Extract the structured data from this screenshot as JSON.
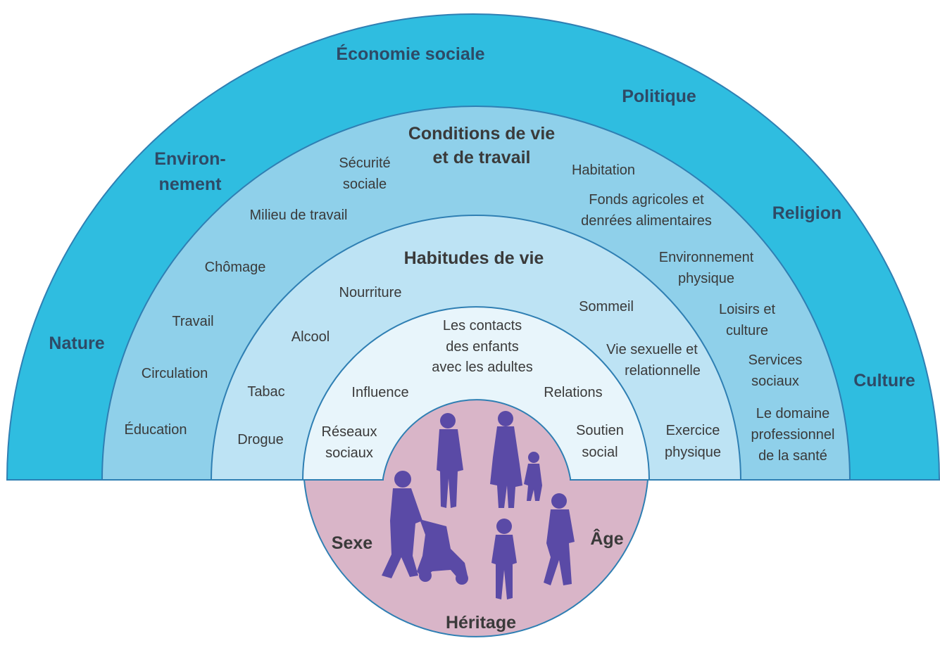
{
  "colors": {
    "ring_outer": "#2fbde0",
    "ring_living": "#8fd0ea",
    "ring_habits": "#bde3f4",
    "ring_social": "#e8f5fb",
    "core": "#d9b5c8",
    "ring_stroke": "#2f7fb3",
    "silhouette": "#5a4aa6"
  },
  "outer_ring": {
    "economy": "Économie sociale",
    "politics": "Politique",
    "environment_line1": "Environ-",
    "environment_line2": "nement",
    "religion": "Religion",
    "nature": "Nature",
    "culture": "Culture"
  },
  "living_ring": {
    "title_line1": "Conditions de vie",
    "title_line2": "et de travail",
    "security_line1": "Sécurité",
    "security_line2": "sociale",
    "housing": "Habitation",
    "workplace": "Milieu de travail",
    "food_line1": "Fonds agricoles et",
    "food_line2": "denrées alimentaires",
    "unemployment": "Chômage",
    "phys_env_line1": "Environnement",
    "phys_env_line2": "physique",
    "work": "Travail",
    "leisure_line1": "Loisirs et",
    "leisure_line2": "culture",
    "traffic": "Circulation",
    "services_line1": "Services",
    "services_line2": "sociaux",
    "education": "Éducation",
    "health_line1": "Le domaine",
    "health_line2": "professionnel",
    "health_line3": "de la santé"
  },
  "habits_ring": {
    "title": "Habitudes de vie",
    "food": "Nourriture",
    "sleep": "Sommeil",
    "alcohol": "Alcool",
    "sex_line1": "Vie sexuelle et",
    "sex_line2": "relationnelle",
    "tobacco": "Tabac",
    "drugs": "Drogue",
    "exercise_line1": "Exercice",
    "exercise_line2": "physique"
  },
  "social_ring": {
    "contacts_line1": "Les contacts",
    "contacts_line2": "des enfants",
    "contacts_line3": "avec les adultes",
    "influence": "Influence",
    "relations": "Relations",
    "networks_line1": "Réseaux",
    "networks_line2": "sociaux",
    "support_line1": "Soutien",
    "support_line2": "social"
  },
  "core": {
    "sex": "Sexe",
    "age": "Âge",
    "heritage": "Héritage"
  }
}
